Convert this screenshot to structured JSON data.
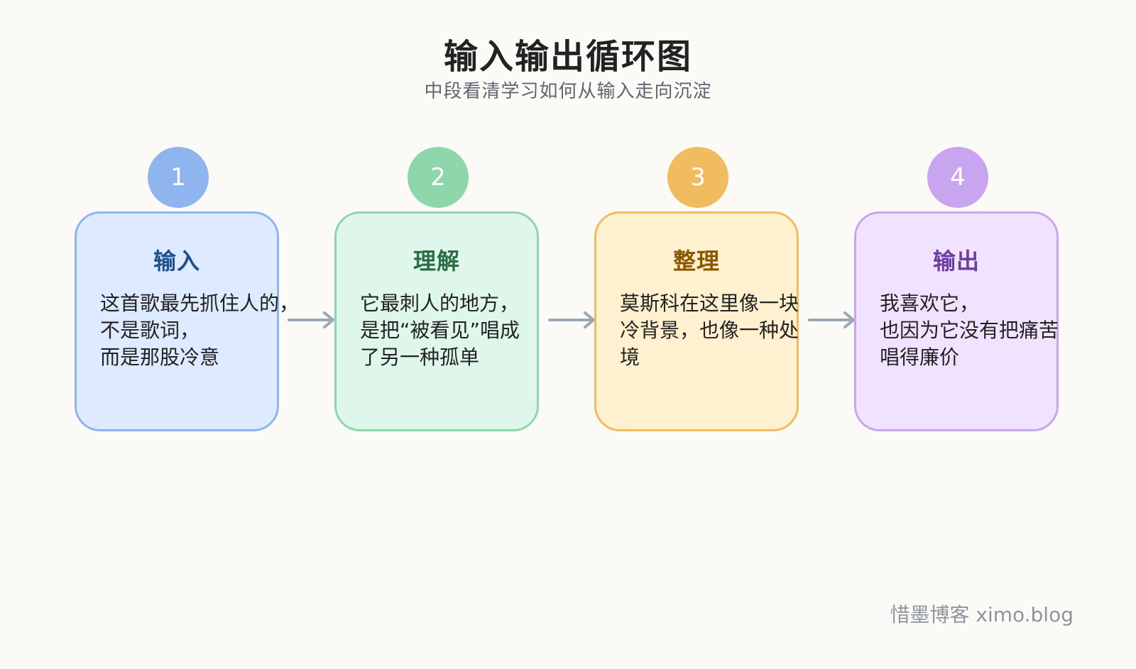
{
  "title": "输入输出循环图",
  "subtitle": "中段看清学习如何从输入走向沉淀",
  "steps": [
    {
      "number": "1",
      "title": "输入",
      "body": "这首歌最先抓住人的，\n不是歌词，\n而是那股冷意",
      "colors": {
        "badge": "#8fb5ee",
        "fill": "#ddeaff",
        "border": "#8fb5ee",
        "title": "#1f4f8f"
      }
    },
    {
      "number": "2",
      "title": "理解",
      "body": "它最刺人的地方，\n是把“被看见”唱成\n了另一种孤单",
      "colors": {
        "badge": "#8dd7aa",
        "fill": "#dff7ea",
        "border": "#8dd7aa",
        "title": "#2d6d46"
      }
    },
    {
      "number": "3",
      "title": "整理",
      "body": "莫斯科在这里像一块\n冷背景，也像一种处\n境",
      "colors": {
        "badge": "#f1bb5f",
        "fill": "#fff0cf",
        "border": "#f1bb5f",
        "title": "#8a5800"
      }
    },
    {
      "number": "4",
      "title": "输出",
      "body": "我喜欢它，\n也因为它没有把痛苦\n唱得廉价",
      "colors": {
        "badge": "#c9a5ef",
        "fill": "#f1e3ff",
        "border": "#c9a5ef",
        "title": "#6a3d9e"
      }
    }
  ],
  "connector_color": "#9aa7b4",
  "footer": "惜墨博客 ximo.blog"
}
